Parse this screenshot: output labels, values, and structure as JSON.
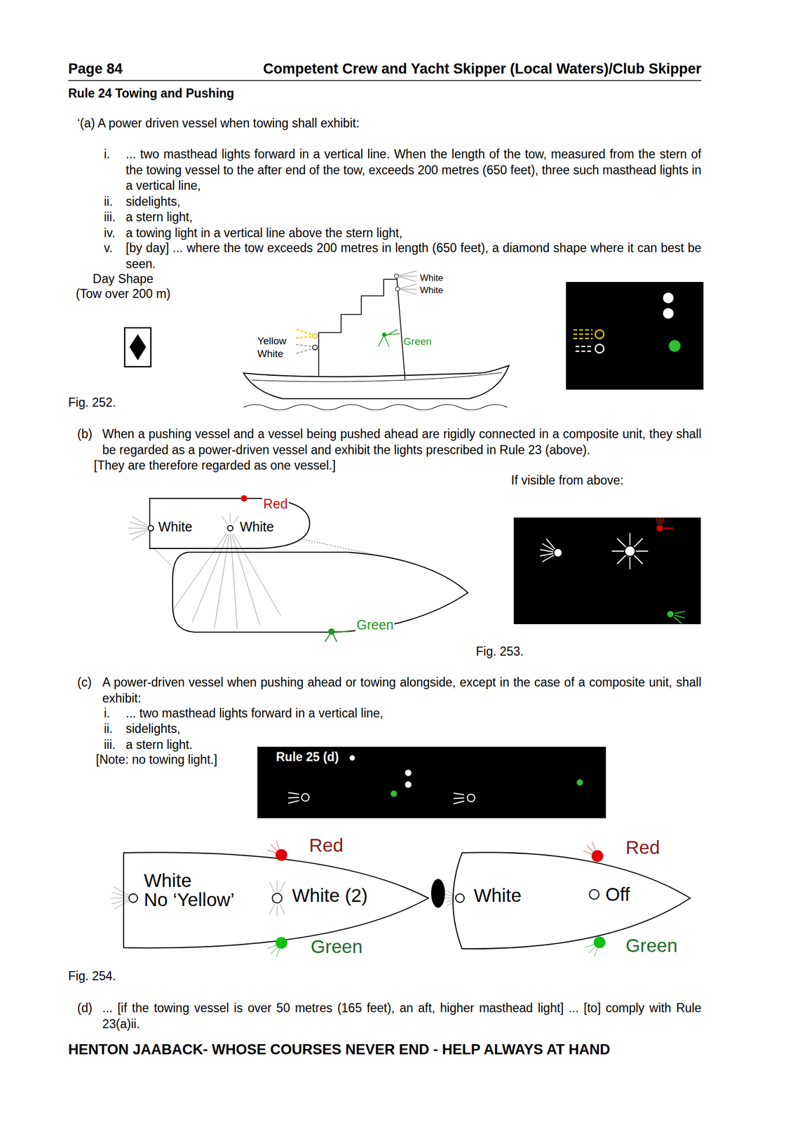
{
  "diagram": {
    "title": "Rule 24 Towing and Pushing",
    "nodes": [
      {
        "text": [
          "Red",
          "White",
          "White"
        ]
      },
      {
        "text": [
          "Green"
        ]
      },
      {
        "text": [
          "Rule 25 (d)"
        ]
      },
      {
        "text": [
          "Red",
          "White",
          "No ‘Yellow’",
          "White (2)",
          "Green"
        ]
      },
      {
        "text": [
          "Red",
          "White",
          "Off",
          "Green"
        ]
      }
    ],
    "labels": [
      "Page 84",
      "Competent Crew and Yacht Skipper (Local Waters)/Club Skipper",
      "‘(a) A power driven vessel when towing shall exhibit:",
      "i.",
      "... two masthead lights forward in a vertical line. When the length of the tow, measured from the stern of the towing vessel to the after end of the tow, exceeds 200 metres (650 feet), three such masthead lights in a vertical line,",
      "ii.",
      "sidelights,",
      "iii.",
      "a stern light,",
      "iv.",
      "a towing light in a vertical line above the stern light,",
      "v.",
      "[by day] ... where the tow exceeds 200 metres in length (650 feet), a diamond shape where it can best be seen.",
      "Day Shape",
      "(Tow over 200 m)",
      "White",
      "White",
      "Yellow",
      "White",
      "Green",
      "Fig. 252.",
      "(b)",
      "When a pushing vessel and a vessel being pushed ahead are rigidly connected in a composite unit, they shall be regarded as a power-driven vessel and exhibit the lights prescribed in Rule 23 (above).",
      "[They are therefore regarded as one vessel.]",
      "If visible from above:",
      "Fig. 253.",
      "(c)",
      "A power-driven vessel when pushing ahead or towing alongside, except in the case of a composite unit, shall exhibit:",
      "i.",
      "... two masthead lights forward in a vertical line,",
      "ii.",
      "sidelights,",
      "iii.",
      "a stern light.",
      "[Note: no towing light.]",
      "Fig. 254.",
      "(d)",
      "... [if the towing vessel is over 50 metres (165 feet), an aft, higher masthead light] ... [to] comply with Rule 23(a)ii.",
      "HENTON JAABACK- WHOSE COURSES NEVER END - HELP ALWAYS AT HAND"
    ]
  }
}
